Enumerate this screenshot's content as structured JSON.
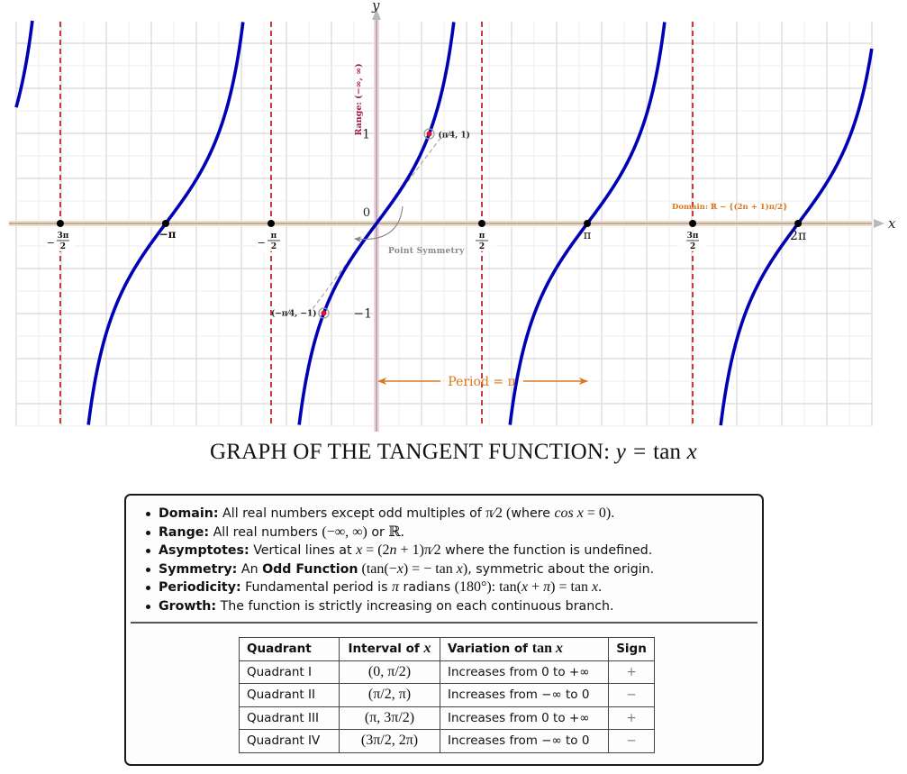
{
  "chart_data": {
    "type": "line",
    "title": "GRAPH OF THE TANGENT FUNCTION: y = tan x",
    "title_text": "GRAPH OF THE TANGENT FUNCTION:",
    "title_math": "y = tan x",
    "function": "y = tan(x)",
    "xlabel": "x",
    "ylabel": "y",
    "xlim": [
      -5.37,
      7.38
    ],
    "ylim": [
      -2.26,
      2.25
    ],
    "grid": true,
    "series": [
      {
        "name": "tan x",
        "color": "#0000b4",
        "branches": [
          {
            "x_range": [
              -5.37,
              -4.7124
            ]
          },
          {
            "x_range": [
              -4.7124,
              -1.5708
            ]
          },
          {
            "x_range": [
              -1.5708,
              1.5708
            ]
          },
          {
            "x_range": [
              1.5708,
              4.7124
            ]
          },
          {
            "x_range": [
              4.7124,
              7.38
            ]
          }
        ]
      }
    ],
    "x_ticks": [
      {
        "value": -4.7124,
        "label": "-3π/2"
      },
      {
        "value": -3.1416,
        "label": "-π"
      },
      {
        "value": -1.5708,
        "label": "-π/2"
      },
      {
        "value": 1.5708,
        "label": "π/2"
      },
      {
        "value": 3.1416,
        "label": "π"
      },
      {
        "value": 4.7124,
        "label": "3π/2"
      },
      {
        "value": 6.2832,
        "label": "2π"
      }
    ],
    "y_ticks": [
      {
        "value": 0,
        "label": "0"
      },
      {
        "value": 1,
        "label": "1"
      },
      {
        "value": -1,
        "label": "-1"
      }
    ],
    "asymptotes": [
      -4.7124,
      -1.5708,
      1.5708,
      4.7124
    ],
    "highlighted_points": [
      {
        "x": 0.7854,
        "y": 1,
        "label": "(π/4, 1)"
      },
      {
        "x": -0.7854,
        "y": -1,
        "label": "(-π/4, -1)"
      }
    ],
    "annotations": {
      "range": "Range: (−∞, ∞)",
      "domain": "Domain: ℝ − {(2n + 1)π/2}",
      "symmetry": "Point Symmetry",
      "period": "Period = π"
    },
    "colors": {
      "curve": "#0000b4",
      "asymptote": "#c0272d",
      "annotation_orange": "#d9781c",
      "range_label": "#a3174a",
      "axis": "#b0b0b0",
      "x_axis_glow": "#f5dcc0",
      "y_axis_glow": "#f5d3dd",
      "grid_major": "#dddddd",
      "grid_minor": "#eeeeee"
    }
  },
  "info": {
    "properties": [
      {
        "label": "Domain:",
        "text": "All real numbers except odd multiples of ",
        "math": "π/2",
        "tail": " (where cos x = 0)."
      },
      {
        "label": "Range:",
        "text": "All real numbers ",
        "math": "(−∞, ∞)",
        "tail": " or ℝ."
      },
      {
        "label": "Asymptotes:",
        "text": "Vertical lines at ",
        "math": "x = (2n + 1)π/2",
        "tail": " where the function is undefined."
      },
      {
        "label": "Symmetry:",
        "text": "An ",
        "bold2": "Odd Function",
        "math": " (tan(−x) = − tan x)",
        "tail": ", symmetric about the origin."
      },
      {
        "label": "Periodicity:",
        "text": "Fundamental period is ",
        "math": "π",
        "tail": " radians (180°): tan(x + π) = tan x."
      },
      {
        "label": "Growth:",
        "text": "The function is strictly increasing on each continuous branch.",
        "math": "",
        "tail": ""
      }
    ],
    "table": {
      "headers": [
        "Quadrant",
        "Interval of x",
        "Variation of tan x",
        "Sign"
      ],
      "rows": [
        [
          "Quadrant I",
          "(0, π/2)",
          "Increases from 0 to +∞",
          "+"
        ],
        [
          "Quadrant II",
          "(π/2, π)",
          "Increases from −∞ to 0",
          "−"
        ],
        [
          "Quadrant III",
          "(π, 3π/2)",
          "Increases from 0 to +∞",
          "+"
        ],
        [
          "Quadrant IV",
          "(3π/2, 2π)",
          "Increases from −∞ to 0",
          "−"
        ]
      ]
    }
  }
}
